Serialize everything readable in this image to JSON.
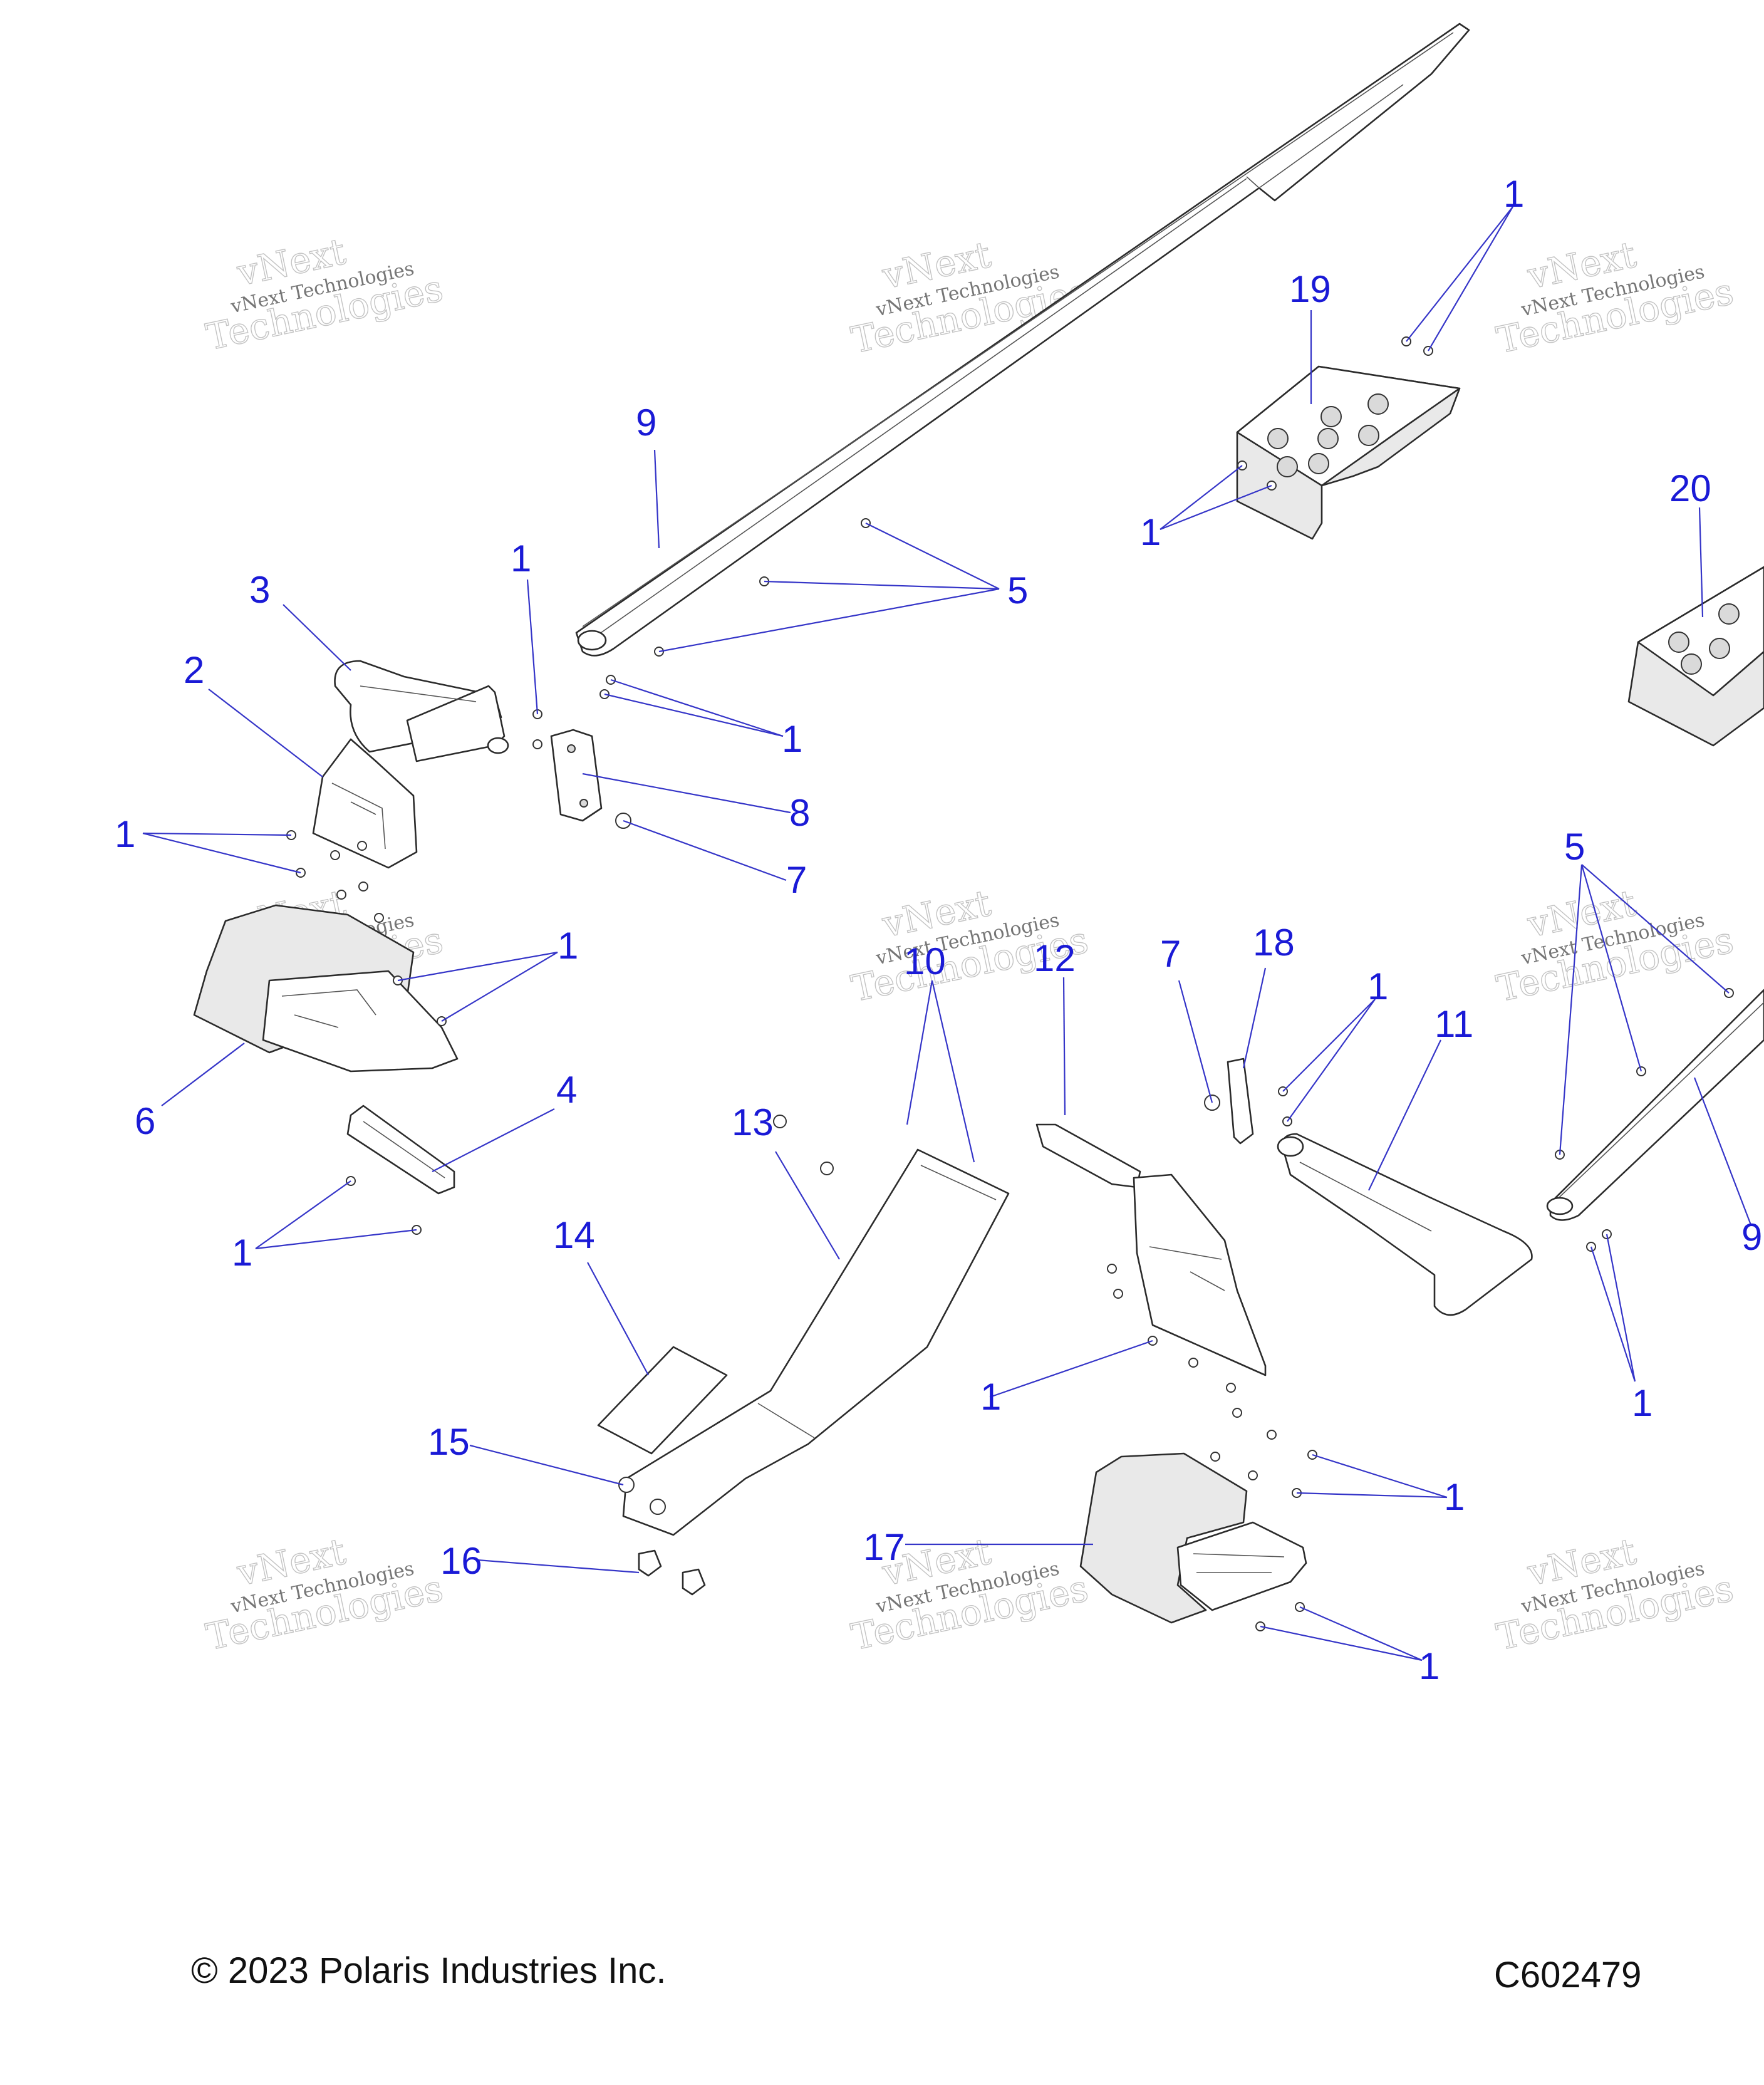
{
  "callouts": [
    {
      "id": "c1a",
      "label": "1"
    },
    {
      "id": "c1b",
      "label": "1"
    },
    {
      "id": "c1c",
      "label": "1"
    },
    {
      "id": "c1d",
      "label": "1"
    },
    {
      "id": "c1e",
      "label": "1"
    },
    {
      "id": "c1f",
      "label": "1"
    },
    {
      "id": "c1g",
      "label": "1"
    },
    {
      "id": "c1h",
      "label": "1"
    },
    {
      "id": "c1i",
      "label": "1"
    },
    {
      "id": "c1j",
      "label": "1"
    },
    {
      "id": "c1k",
      "label": "1"
    },
    {
      "id": "c1l",
      "label": "1"
    },
    {
      "id": "c1m",
      "label": "1"
    },
    {
      "id": "c2",
      "label": "2"
    },
    {
      "id": "c3",
      "label": "3"
    },
    {
      "id": "c4",
      "label": "4"
    },
    {
      "id": "c5a",
      "label": "5"
    },
    {
      "id": "c5b",
      "label": "5"
    },
    {
      "id": "c6",
      "label": "6"
    },
    {
      "id": "c7a",
      "label": "7"
    },
    {
      "id": "c7b",
      "label": "7"
    },
    {
      "id": "c8",
      "label": "8"
    },
    {
      "id": "c9a",
      "label": "9"
    },
    {
      "id": "c9b",
      "label": "9"
    },
    {
      "id": "c10",
      "label": "10"
    },
    {
      "id": "c11",
      "label": "11"
    },
    {
      "id": "c12",
      "label": "12"
    },
    {
      "id": "c13",
      "label": "13"
    },
    {
      "id": "c14",
      "label": "14"
    },
    {
      "id": "c15",
      "label": "15"
    },
    {
      "id": "c16",
      "label": "16"
    },
    {
      "id": "c17",
      "label": "17"
    },
    {
      "id": "c18",
      "label": "18"
    },
    {
      "id": "c19",
      "label": "19"
    },
    {
      "id": "c20",
      "label": "20"
    }
  ],
  "watermark": {
    "line1": "vNext",
    "line2": "vNext Technologies",
    "line3": "Technologies"
  },
  "footer": {
    "copyright": "© 2023 Polaris Industries Inc.",
    "diagram_code": "C602479"
  }
}
